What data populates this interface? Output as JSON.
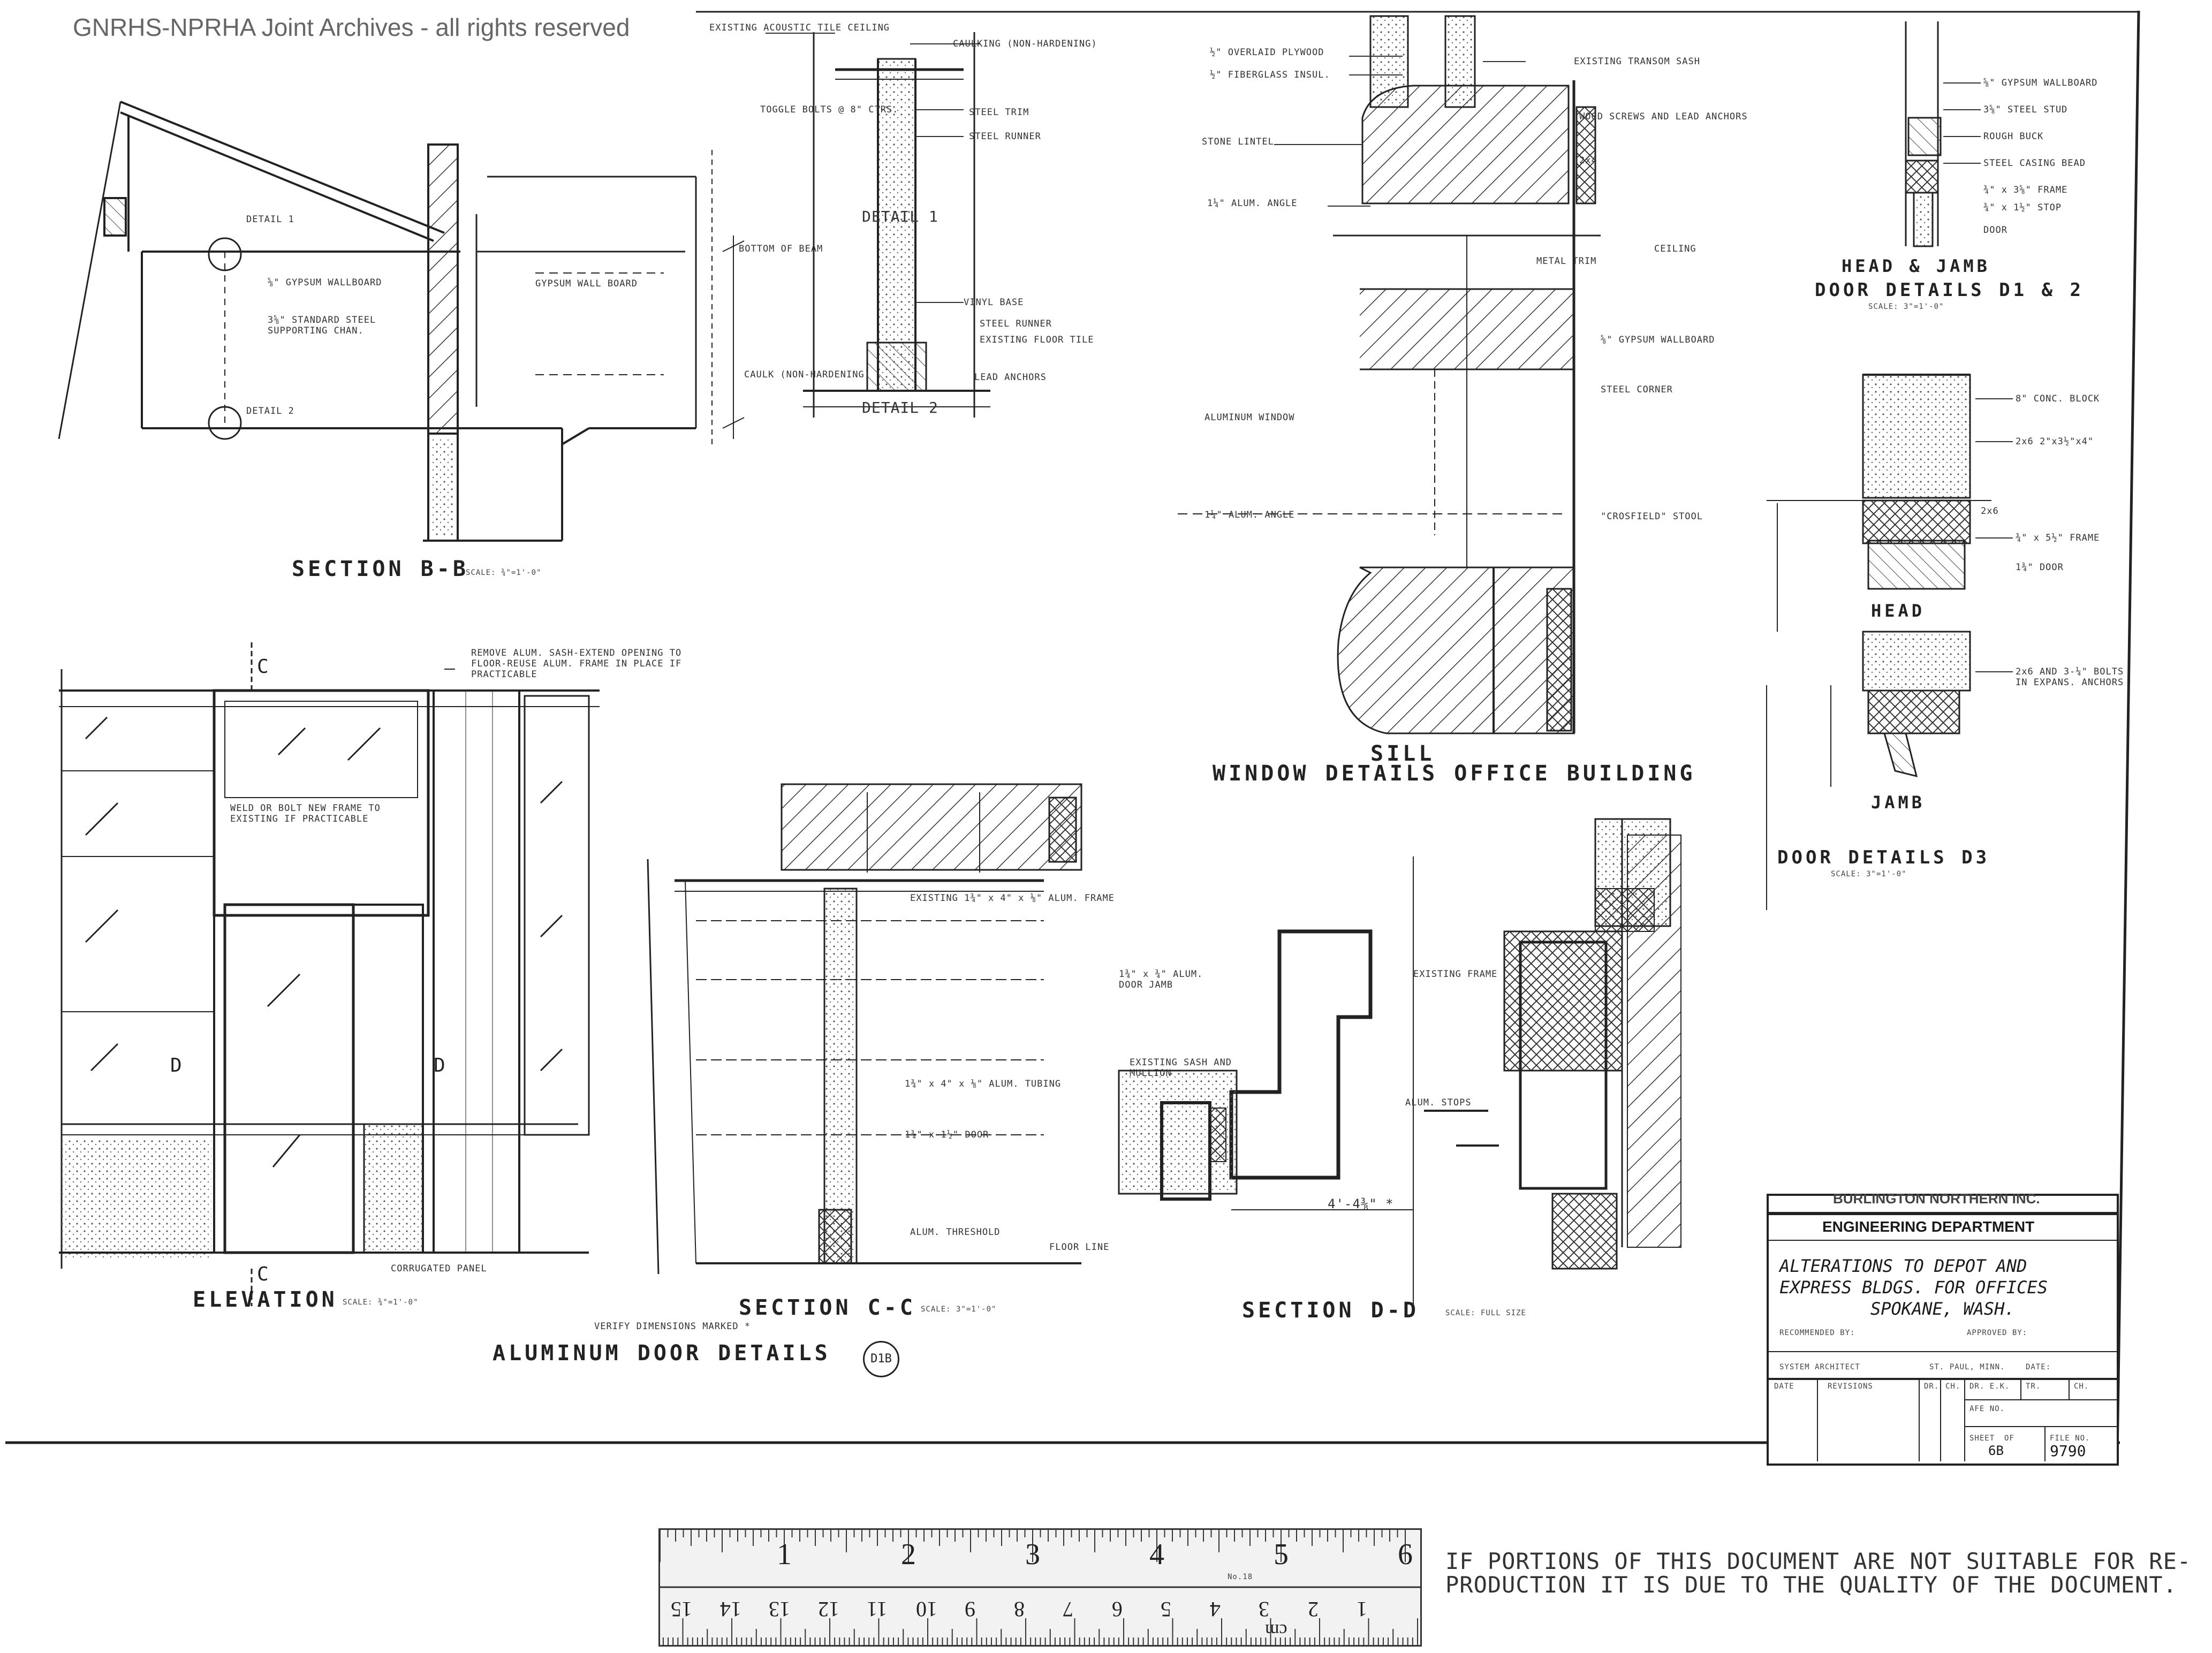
{
  "watermark": "GNRHS-NPRHA Joint Archives - all rights reserved",
  "drawing": {
    "section_bb": "SECTION B-B",
    "section_bb_scale": "SCALE: ¾\"=1'-0\"",
    "elevation": "ELEVATION",
    "elevation_scale": "SCALE: ¾\"=1'-0\"",
    "section_cc": "SECTION C-C",
    "section_cc_scale": "SCALE: 3\"=1'-0\"",
    "section_dd": "SECTION D-D",
    "section_dd_scale": "SCALE: FULL SIZE",
    "aluminum_door_details": "ALUMINUM DOOR DETAILS",
    "aluminum_door_tag": "D1B",
    "verify_dims": "VERIFY DIMENSIONS MARKED *",
    "window_details": "WINDOW DETAILS OFFICE BUILDING",
    "sill": "SILL",
    "head_jamb": "HEAD & JAMB",
    "door_details_d12": "DOOR DETAILS D1 & 2",
    "door_details_d12_scale": "SCALE: 3\"=1'-0\"",
    "door_details_d3": "DOOR DETAILS D3",
    "door_details_d3_scale": "SCALE: 3\"=1'-0\"",
    "head": "HEAD",
    "jamb": "JAMB",
    "detail_1": "DETAIL 1",
    "detail_2": "DETAIL 2",
    "cut_c": "C",
    "cut_d": "D",
    "notes": {
      "n1": "EXISTING ACOUSTIC TILE CEILING",
      "n2": "CAULKING (NON-HARDENING)",
      "n3": "TOGGLE BOLTS @ 8\" CTRS.",
      "n4": "STEEL TRIM",
      "n5": "STEEL RUNNER",
      "n6": "VINYL BASE",
      "n7": "STEEL RUNNER",
      "n8": "EXISTING FLOOR TILE",
      "n9": "CAULK (NON-HARDENING)",
      "n10": "LEAD ANCHORS",
      "n11": "½\" OVERLAID PLYWOOD",
      "n12": "½\" FIBERGLASS INSUL.",
      "n13": "STONE LINTEL",
      "n14": "1¼\" ALUM. ANGLE",
      "n15": "EXISTING TRANSOM SASH",
      "n16": "WOOD SCREWS AND LEAD ANCHORS",
      "n17": "2x4",
      "n18": "CEILING",
      "n19": "METAL TRIM",
      "n20": "⅝\" GYPSUM WALLBOARD",
      "n21": "STEEL CORNER",
      "n22": "ALUMINUM WINDOW",
      "n23": "1¼\" ALUM. ANGLE",
      "n24": "\"CROSFIELD\" STOOL",
      "n25": "⅝\" GYPSUM WALLBOARD",
      "n26": "3⅝\" STEEL STUD",
      "n27": "ROUGH BUCK",
      "n28": "STEEL CASING BEAD",
      "n29": "¾\" x 3⅝\" FRAME",
      "n30": "¾\" x 1½\" STOP",
      "n31": "DOOR",
      "n32": "8\" CONC. BLOCK",
      "n33": "2x6 2\"x3½\"x4\"",
      "n34": "2x6",
      "n35": "¾\" x 5½\" FRAME",
      "n36": "1¾\" DOOR",
      "n37": "2x6 AND 3-¼\" BOLTS IN EXPANS. ANCHORS",
      "n38": "REMOVE ALUM. SASH-EXTEND OPENING TO FLOOR-REUSE ALUM. FRAME IN PLACE IF PRACTICABLE",
      "n39": "WELD OR BOLT NEW FRAME TO EXISTING IF PRACTICABLE",
      "n40": "EXISTING 1¾\" x 4\" x ⅛\" ALUM. FRAME",
      "n41": "1¾\" x 4\" x ⅛\" ALUM. TUBING",
      "n42": "1¾\" x 1½\" DOOR",
      "n43": "ALUM. THRESHOLD",
      "n44": "FLOOR LINE",
      "n45": "1¾\" x ¾\" ALUM. DOOR JAMB",
      "n46": "EXISTING SASH AND MULLION",
      "n47": "EXISTING FRAME",
      "n48": "ALUM. STOPS",
      "n49": "CORRUGATED PANEL",
      "n50": "⅝\" GYPSUM WALLBOARD",
      "n51": "3⅝\" STANDARD STEEL SUPPORTING CHAN.",
      "n52": "DETAIL 1",
      "n53": "DETAIL 2",
      "n54": "GYPSUM WALL BOARD",
      "n55": "BOTTOM OF BEAM",
      "n56": "4'-4⅜\" *"
    }
  },
  "title_block": {
    "company": "BURLINGTON NORTHERN INC.",
    "department": "ENGINEERING DEPARTMENT",
    "title_line1": "ALTERATIONS TO DEPOT AND",
    "title_line2": "EXPRESS BLDGS. FOR OFFICES",
    "location": "SPOKANE, WASH.",
    "recommended_by": "RECOMMENDED BY:",
    "approved_by": "APPROVED BY:",
    "architect": "SYSTEM ARCHITECT",
    "city": "ST. PAUL, MINN.",
    "date_lbl": "DATE:",
    "col_date": "DATE",
    "col_revisions": "REVISIONS",
    "col_dr": "DR.",
    "col_ch": "CH.",
    "col_drawn": "DR. E.K.",
    "col_tr": "TR.",
    "col_ch2": "CH.",
    "afe_no": "AFE NO.",
    "sheet_lbl": "SHEET",
    "of_lbl": "OF",
    "sheet_val": "6B",
    "file_lbl": "FILE NO.",
    "file_val": "9790"
  },
  "ruler": {
    "top_numbers": [
      "1",
      "2",
      "3",
      "4",
      "5",
      "6"
    ],
    "bottom_numbers": [
      "15",
      "14",
      "13",
      "12",
      "11",
      "10",
      "9",
      "8",
      "7",
      "6",
      "5",
      "4",
      "3",
      "2",
      "1"
    ],
    "cm_label": "cm",
    "model": "No.18"
  },
  "disclaimer": {
    "line1": "IF PORTIONS OF THIS DOCUMENT ARE NOT SUITABLE FOR RE-",
    "line2": "PRODUCTION IT IS DUE TO THE QUALITY OF THE DOCUMENT."
  }
}
